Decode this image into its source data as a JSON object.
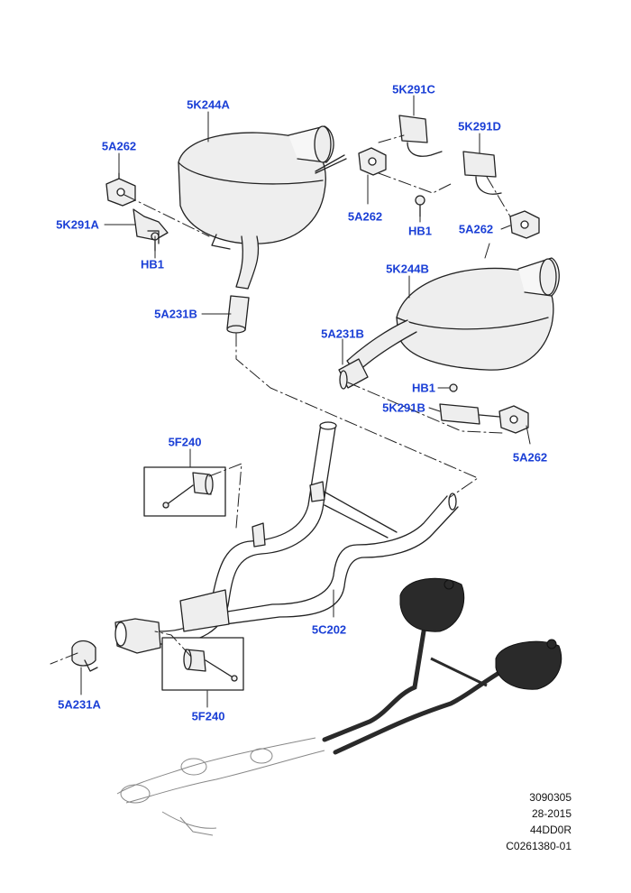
{
  "callouts": {
    "muffler_left": "5K244A",
    "hanger_c": "5K291C",
    "hanger_d": "5K291D",
    "insulator_top_left": "5A262",
    "insulator_mid": "5A262",
    "insulator_right_upper": "5A262",
    "insulator_right_lower": "5A262",
    "hanger_a": "5K291A",
    "bolt_left": "HB1",
    "bolt_mid": "HB1",
    "bolt_right": "HB1",
    "muffler_right": "5K244B",
    "clamp_left": "5A231B",
    "clamp_right": "5A231B",
    "hanger_b": "5K291B",
    "damper_upper": "5F240",
    "damper_lower": "5F240",
    "pipe_assembly": "5C202",
    "clamp_front": "5A231A"
  },
  "document_meta": {
    "code_1": "3090305",
    "code_2": "28-2015",
    "code_3": "44DD0R",
    "code_4": "C0261380-01"
  },
  "colors": {
    "callout_text": "#1a3fd6",
    "line_art": "#222222",
    "part_fill": "#eeeeee",
    "locator_fill": "#2a2a2a"
  }
}
